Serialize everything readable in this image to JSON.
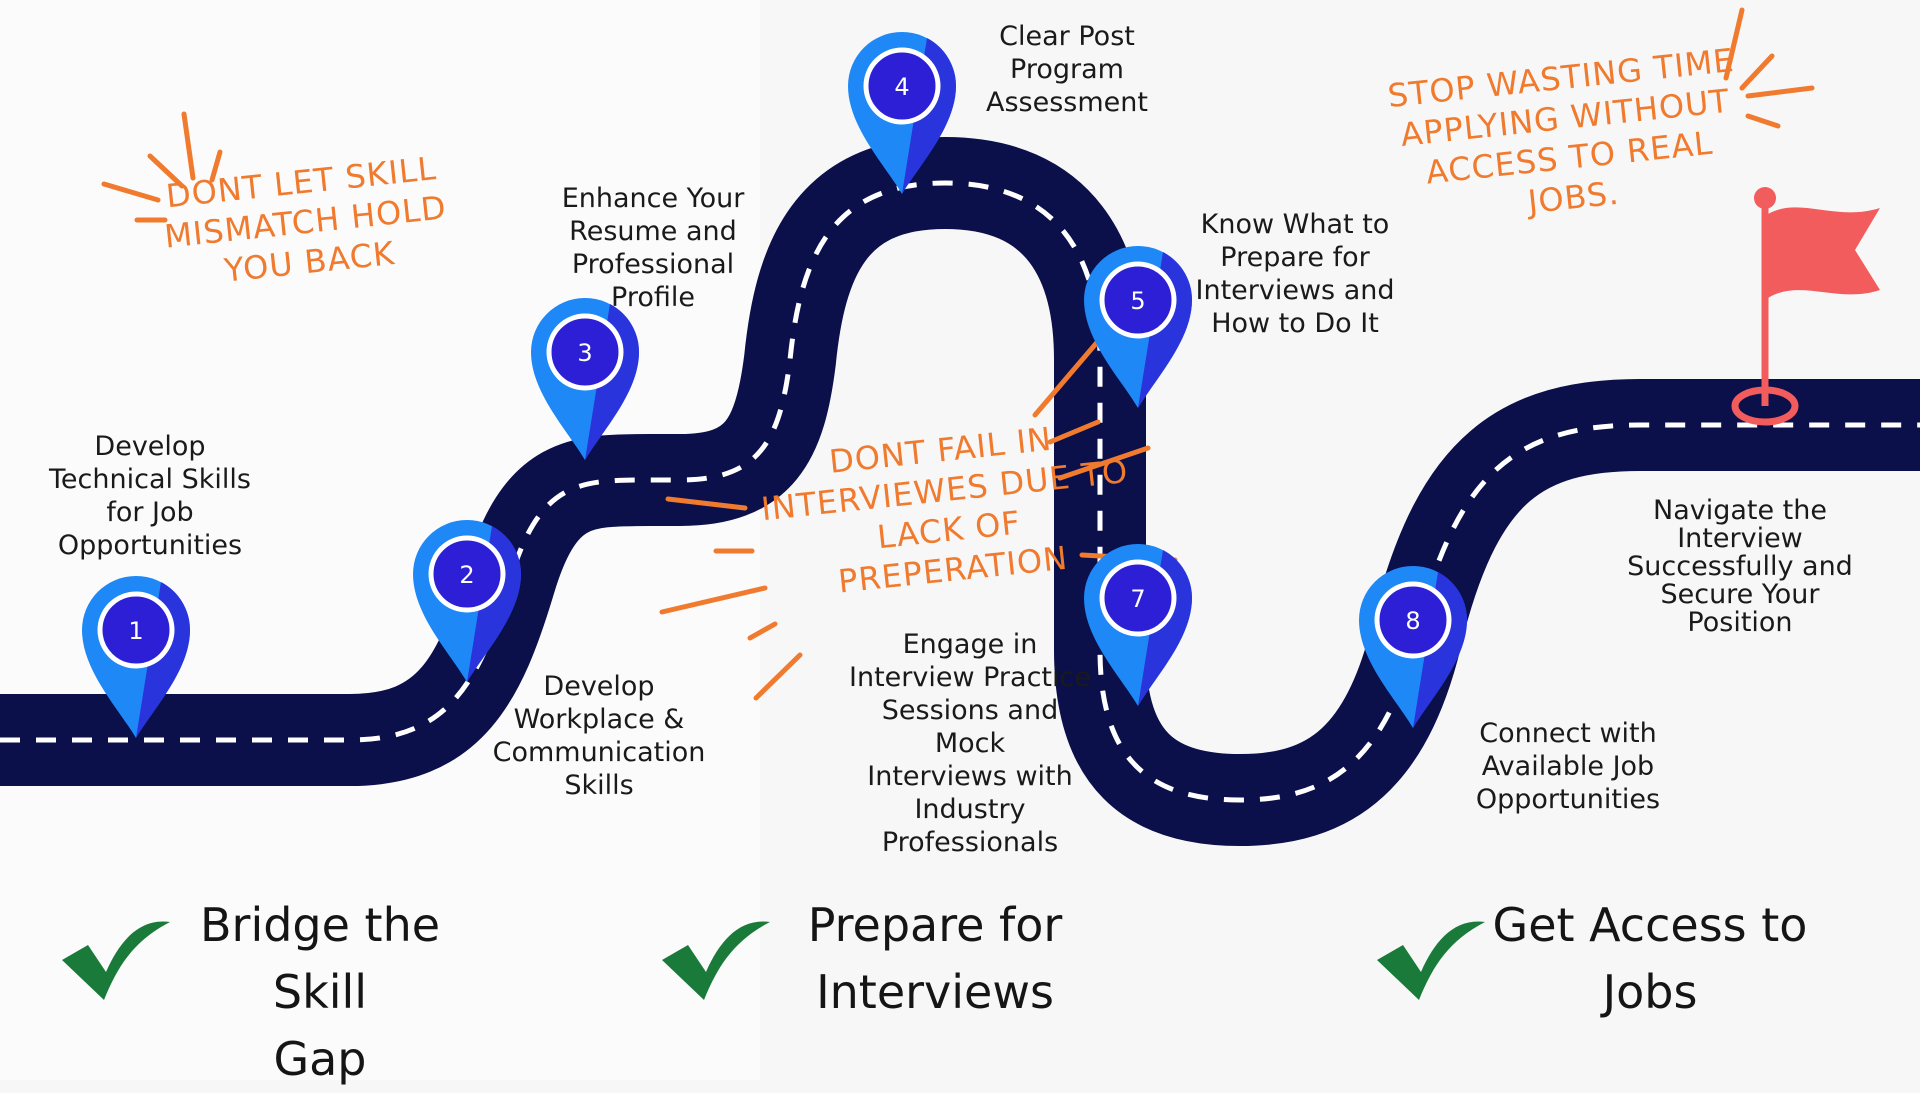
{
  "colors": {
    "road": "#0b0f4a",
    "road_dash": "#ffffff",
    "pin_outer": "#1e88f7",
    "pin_inner": "#2c1fd6",
    "callout": "#f07a2e",
    "flag": "#f25c5c",
    "check": "#1a7a3a"
  },
  "steps": [
    {
      "number": "1",
      "label": "Develop\nTechnical Skills\nfor Job\nOpportunities"
    },
    {
      "number": "2",
      "label": "Develop\nWorkplace &\nCommunication\nSkills"
    },
    {
      "number": "3",
      "label": "Enhance Your\nResume and\nProfessional\nProfile"
    },
    {
      "number": "4",
      "label": "Clear Post\nProgram\nAssessment"
    },
    {
      "number": "5",
      "label": "Know What to\nPrepare for\nInterviews and\nHow to Do It"
    },
    {
      "number": "7",
      "label": "Engage in\nInterview Practice\nSessions and Mock\nInterviews with\nIndustry\nProfessionals"
    },
    {
      "number": "8",
      "label": "Connect with\nAvailable Job\nOpportunities"
    },
    {
      "label": "Navigate the\nInterview\nSuccessfully and\nSecure Your\nPosition"
    }
  ],
  "callouts": [
    "DONT LET SKILL\nMISMATCH HOLD\nYOU BACK",
    "DONT FAIL IN\nINTERVIEWES DUE TO\nLACK OF\nPREPERATION",
    "STOP WASTING TIME\nAPPLYING WITHOUT\nACCESS TO REAL JOBS."
  ],
  "benefits": [
    "Bridge the Skill\nGap",
    "Prepare for\nInterviews",
    "Get Access to\nJobs"
  ],
  "icons": {
    "pin": "map-pin-icon",
    "flag": "goal-flag-icon",
    "check": "checkmark-icon"
  }
}
